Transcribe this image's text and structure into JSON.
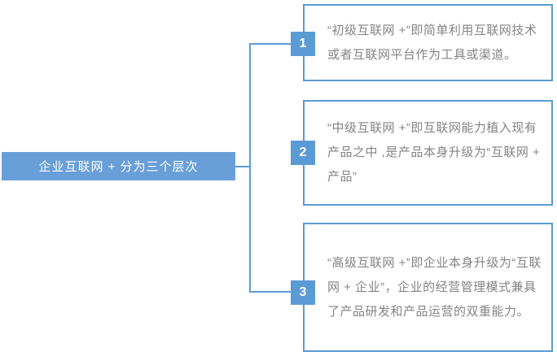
{
  "diagram": {
    "root": {
      "label": "企业互联网 + 分为三个层次"
    },
    "branches": [
      {
        "number": "1",
        "text": "“初级互联网 +”即简单利用互联网技术或者互联网平台作为工具或渠道。"
      },
      {
        "number": "2",
        "text": "“中级互联网 +”即互联网能力植入现有产品之中 ,是产品本身升级为“互联网 + 产品”"
      },
      {
        "number": "3",
        "text": "“高级互联网 +”即企业本身升级为“互联网 + 企业”，企业的经营管理模式兼具了产品研发和产品运营的双重能力。"
      }
    ],
    "colors": {
      "accent_blue": "#5b9bd5",
      "root_fill": "#699fd8",
      "text_gray": "#848484",
      "background": "#ffffff"
    }
  }
}
